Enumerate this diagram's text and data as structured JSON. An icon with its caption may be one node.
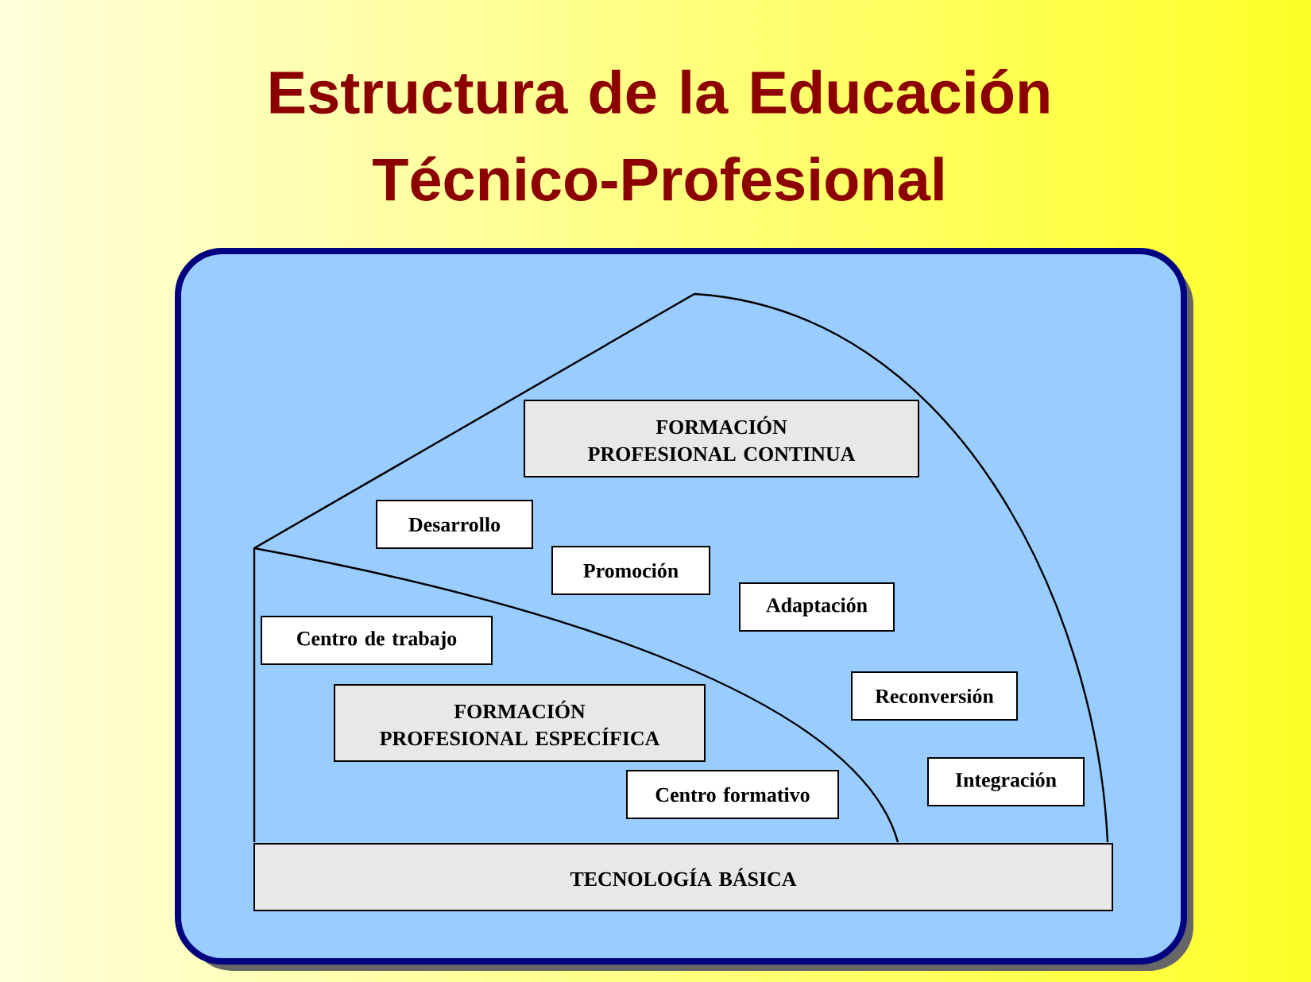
{
  "diagram": {
    "title": "Estructura de la Educación Técnico-Profesional",
    "nodes": [
      {
        "text": [
          "FORMACIÓN PROFESIONAL CONTINUA"
        ]
      },
      {
        "text": [
          "Desarrollo"
        ]
      },
      {
        "text": [
          "Promoción"
        ]
      },
      {
        "text": [
          "Adaptación"
        ]
      },
      {
        "text": [
          "Centro de trabajo"
        ]
      },
      {
        "text": [
          "Reconversión"
        ]
      },
      {
        "text": [
          "FORMACIÓN PROFESIONAL ESPECÍFICA"
        ]
      },
      {
        "text": [
          "Integración"
        ]
      },
      {
        "text": [
          "Centro formativo"
        ]
      },
      {
        "text": [
          "TECNOLOGÍA BÁSICA"
        ]
      }
    ]
  }
}
